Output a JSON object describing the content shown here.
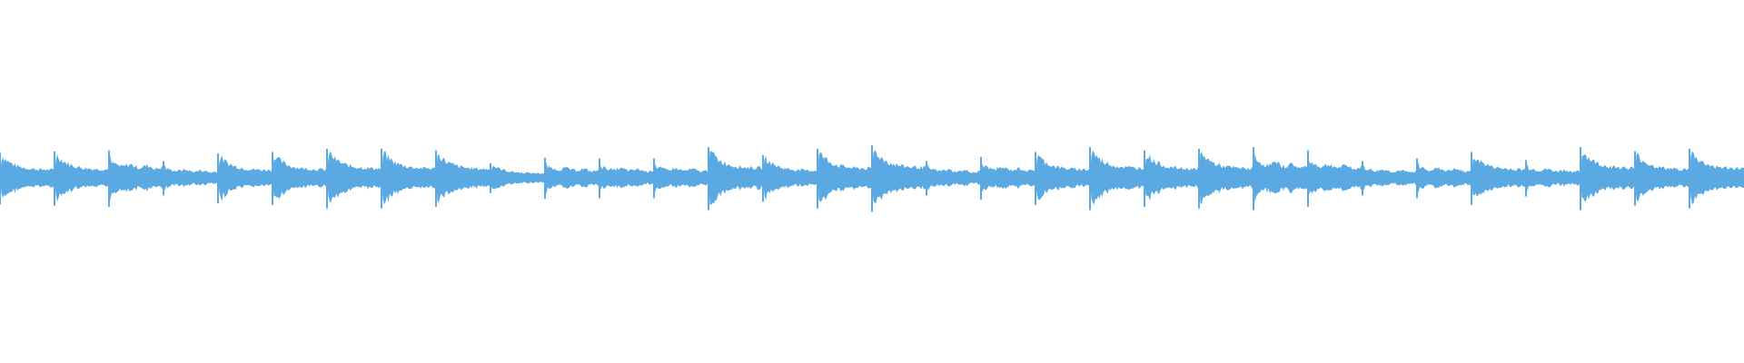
{
  "waveform": {
    "color": "#5aa9e2",
    "background": "#ffffff",
    "transients_count": 32,
    "note_amplitudes": [
      0.78,
      0.82,
      0.85,
      0.52,
      0.75,
      0.8,
      0.9,
      0.9,
      0.85,
      0.45,
      0.62,
      0.6,
      0.6,
      0.95,
      0.7,
      0.9,
      1.0,
      0.52,
      0.65,
      0.8,
      0.95,
      0.85,
      0.9,
      0.95,
      0.85,
      0.52,
      0.6,
      0.8,
      0.55,
      0.95,
      0.82,
      0.9
    ],
    "note_styles": [
      "decay",
      "decay",
      "sustain",
      "sustain",
      "decay",
      "decay",
      "decay",
      "decay",
      "decay",
      "decay",
      "sustain",
      "sustain",
      "sustain",
      "decay",
      "decay",
      "decay",
      "decay",
      "sustain",
      "sustain",
      "decay",
      "decay",
      "decay",
      "decay",
      "sustain",
      "sustain",
      "sustain",
      "sustain",
      "decay",
      "sustain",
      "decay",
      "decay",
      "decay"
    ]
  }
}
